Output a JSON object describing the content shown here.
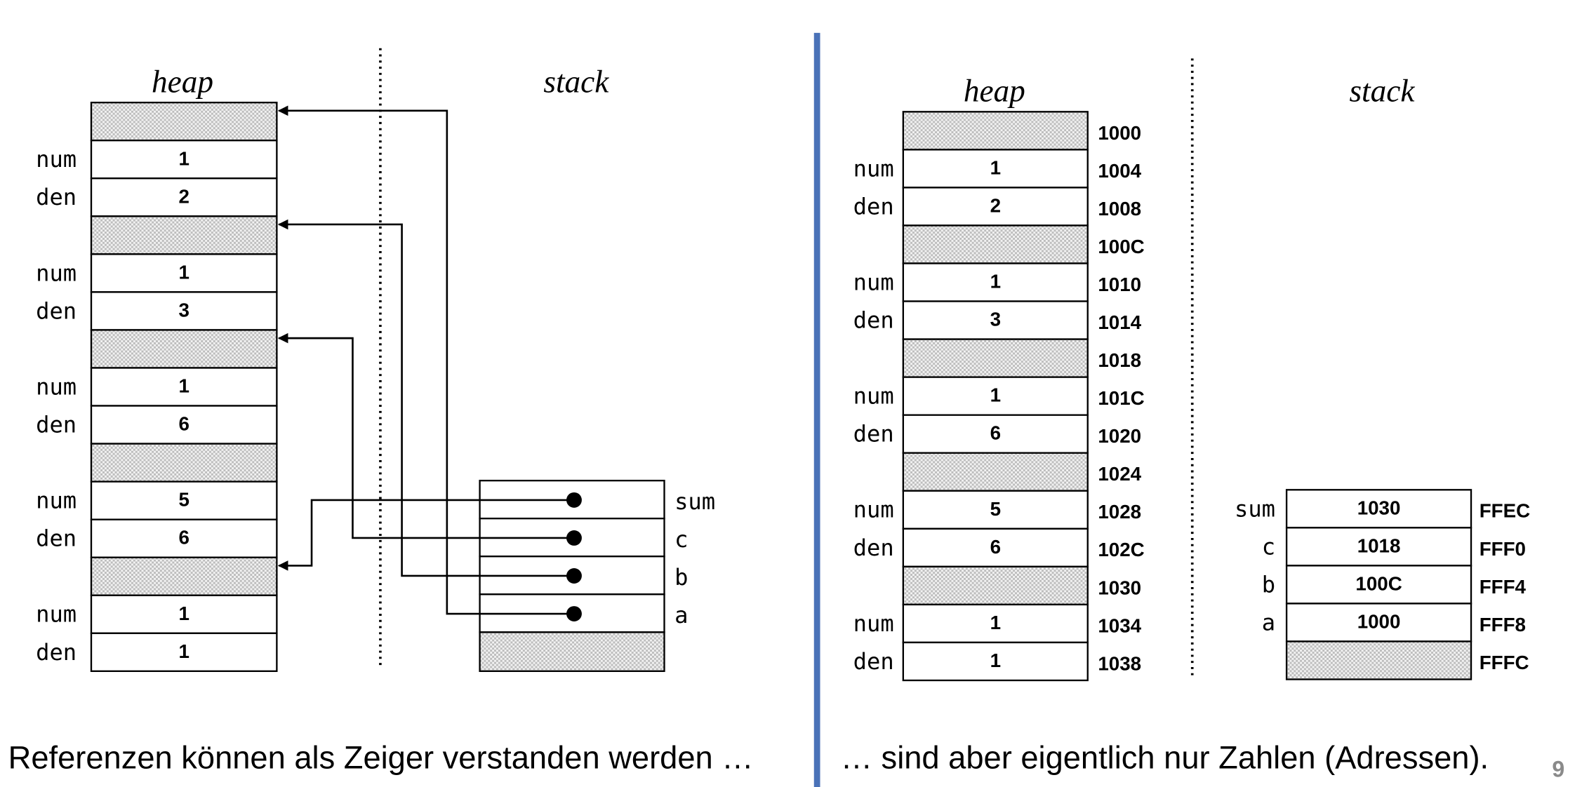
{
  "left": {
    "heap_label": "heap",
    "stack_label": "stack",
    "heap_cells": [
      {
        "label": "",
        "value": "",
        "free": true
      },
      {
        "label": "num",
        "value": "1"
      },
      {
        "label": "den",
        "value": "2"
      },
      {
        "label": "",
        "value": "",
        "free": true
      },
      {
        "label": "num",
        "value": "1"
      },
      {
        "label": "den",
        "value": "3"
      },
      {
        "label": "",
        "value": "",
        "free": true
      },
      {
        "label": "num",
        "value": "1"
      },
      {
        "label": "den",
        "value": "6"
      },
      {
        "label": "",
        "value": "",
        "free": true
      },
      {
        "label": "num",
        "value": "5"
      },
      {
        "label": "den",
        "value": "6"
      },
      {
        "label": "",
        "value": "",
        "free": true
      },
      {
        "label": "num",
        "value": "1"
      },
      {
        "label": "den",
        "value": "1"
      }
    ],
    "stack_cells": [
      {
        "label": "sum",
        "points_to_heap_row": 12
      },
      {
        "label": "c",
        "points_to_heap_row": 6
      },
      {
        "label": "b",
        "points_to_heap_row": 3
      },
      {
        "label": "a",
        "points_to_heap_row": 0
      },
      {
        "label": "",
        "free": true
      }
    ],
    "caption": "Referenzen können als Zeiger verstanden werden …"
  },
  "right": {
    "heap_label": "heap",
    "stack_label": "stack",
    "heap_cells": [
      {
        "label": "",
        "value": "",
        "addr": "1000",
        "free": true
      },
      {
        "label": "num",
        "value": "1",
        "addr": "1004"
      },
      {
        "label": "den",
        "value": "2",
        "addr": "1008"
      },
      {
        "label": "",
        "value": "",
        "addr": "100C",
        "free": true
      },
      {
        "label": "num",
        "value": "1",
        "addr": "1010"
      },
      {
        "label": "den",
        "value": "3",
        "addr": "1014"
      },
      {
        "label": "",
        "value": "",
        "addr": "1018",
        "free": true
      },
      {
        "label": "num",
        "value": "1",
        "addr": "101C"
      },
      {
        "label": "den",
        "value": "6",
        "addr": "1020"
      },
      {
        "label": "",
        "value": "",
        "addr": "1024",
        "free": true
      },
      {
        "label": "num",
        "value": "5",
        "addr": "1028"
      },
      {
        "label": "den",
        "value": "6",
        "addr": "102C"
      },
      {
        "label": "",
        "value": "",
        "addr": "1030",
        "free": true
      },
      {
        "label": "num",
        "value": "1",
        "addr": "1034"
      },
      {
        "label": "den",
        "value": "1",
        "addr": "1038"
      }
    ],
    "stack_cells": [
      {
        "label": "sum",
        "value": "1030",
        "addr": "FFEC"
      },
      {
        "label": "c",
        "value": "1018",
        "addr": "FFF0"
      },
      {
        "label": "b",
        "value": "100C",
        "addr": "FFF4"
      },
      {
        "label": "a",
        "value": "1000",
        "addr": "FFF8"
      },
      {
        "label": "",
        "value": "",
        "addr": "FFFC",
        "free": true
      }
    ],
    "caption": "… sind aber eigentlich nur Zahlen (Adressen)."
  },
  "page_number": "9",
  "colors": {
    "divider": "#4a72b8",
    "line": "#000000",
    "free_a": "#cfcfcf",
    "free_b": "#f4f4f4"
  }
}
